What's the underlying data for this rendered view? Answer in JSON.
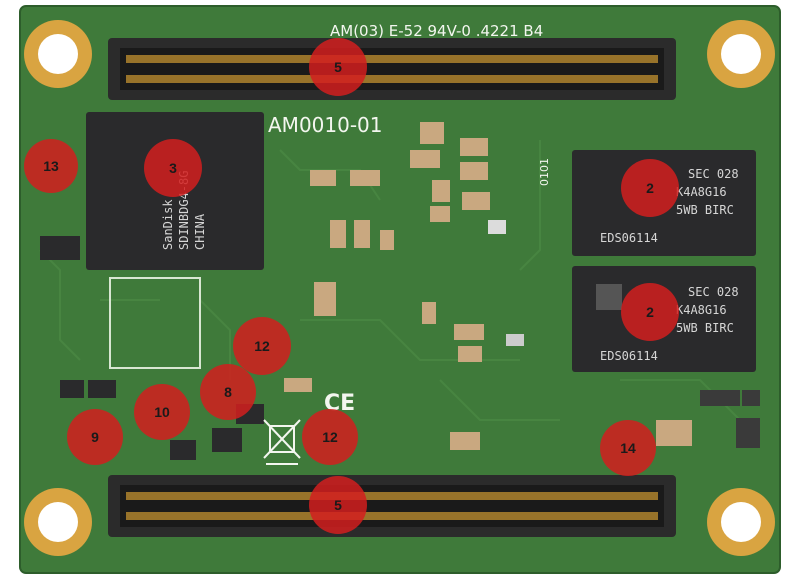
{
  "board": {
    "header_marking": "AM(03) E-52 94V-0 .4221 B4",
    "model": "AM0010-01",
    "side_marking": "0101"
  },
  "chips": {
    "ram_top": [
      "SEC 028",
      "K4A8G16",
      "5WB BIRC",
      "EDS06114"
    ],
    "ram_bottom": [
      "SEC 028",
      "K4A8G16",
      "5WB BIRC",
      "EDS06114"
    ],
    "emmc": [
      "SanDisk",
      "SDINBDG4-8G",
      "CHINA"
    ]
  },
  "markers": [
    {
      "id": "connector-top",
      "label": "5"
    },
    {
      "id": "emmc",
      "label": "3"
    },
    {
      "id": "ram-top",
      "label": "2"
    },
    {
      "id": "ram-bottom",
      "label": "2"
    },
    {
      "id": "led-left",
      "label": "13"
    },
    {
      "id": "pmic-a",
      "label": "12"
    },
    {
      "id": "pmic-b",
      "label": "8"
    },
    {
      "id": "reg-a",
      "label": "10"
    },
    {
      "id": "reg-b",
      "label": "9"
    },
    {
      "id": "pmic-c",
      "label": "12"
    },
    {
      "id": "osc",
      "label": "14"
    },
    {
      "id": "connector-bottom",
      "label": "5"
    }
  ],
  "colors": {
    "pcb": "#3f7a3a",
    "pcb_dark": "#2f6230",
    "pad_gold": "#d9a441",
    "chip": "#2a2a2c",
    "marker": "#d21f1f",
    "connector": "#2b2b2b"
  }
}
